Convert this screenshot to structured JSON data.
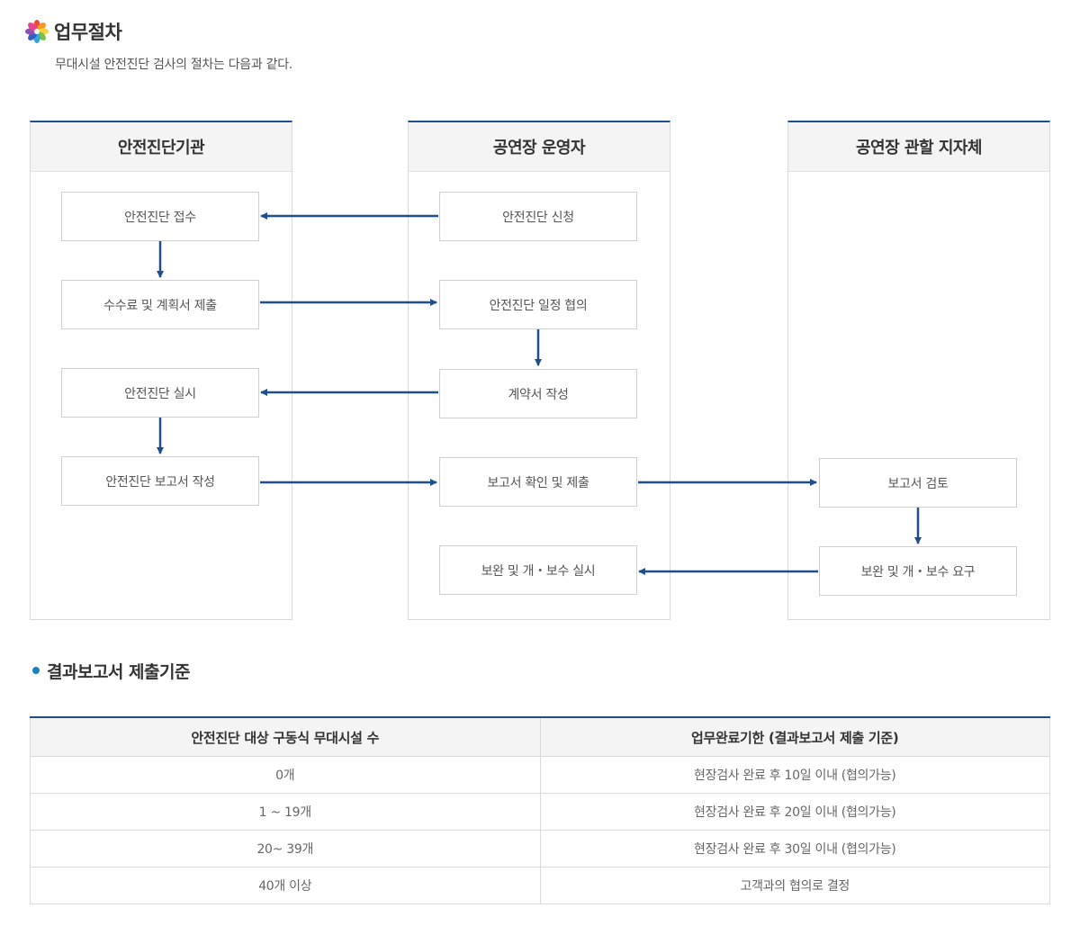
{
  "header": {
    "title": "업무절차",
    "intro": "무대시설 안전진단 검사의 절차는 다음과 같다.",
    "title_icon": "flower-icon"
  },
  "flow": {
    "lanes": [
      {
        "label": "안전진단기관"
      },
      {
        "label": "공연장 운영자"
      },
      {
        "label": "공연장 관할 지자체"
      }
    ],
    "steps": {
      "receive": "안전진단 접수",
      "fee_plan": "수수료 및 계획서 제출",
      "conduct": "안전진단 실시",
      "report_write": "안전진단 보고서 작성",
      "apply": "안전진단 신청",
      "schedule": "안전진단 일정 협의",
      "contract": "계약서 작성",
      "report_submit": "보고서 확인 및 제출",
      "repair_do": "보완 및 개・보수 실시",
      "review": "보고서 검토",
      "repair_request": "보완 및 개・보수 요구"
    },
    "arrow_color": "#1f4e8c"
  },
  "criteria": {
    "title": "결과보고서 제출기준",
    "bullet_color": "#1a7fc1",
    "headers": [
      "안전진단 대상 구동식 무대시설 수",
      "업무완료기한 (결과보고서 제출 기준)"
    ],
    "rows": [
      [
        "0개",
        "현장검사 완료 후 10일 이내 (협의가능)"
      ],
      [
        "1 ~ 19개",
        "현장검사 완료 후 20일 이내 (협의가능)"
      ],
      [
        "20~ 39개",
        "현장검사 완료 후 30일 이내 (협의가능)"
      ],
      [
        "40개 이상",
        "고객과의 협의로 결정"
      ]
    ]
  }
}
